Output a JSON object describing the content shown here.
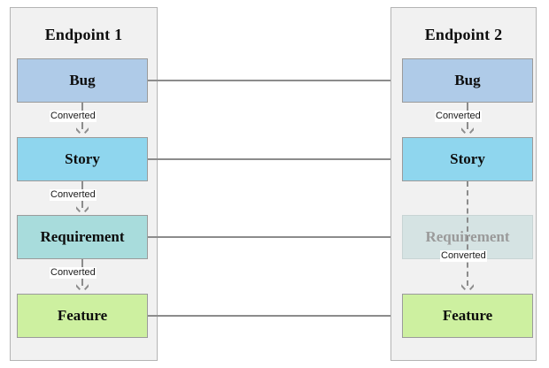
{
  "diagram": {
    "type": "flow-mapping",
    "panels": [
      {
        "id": "endpoint-1",
        "title": "Endpoint 1",
        "nodes": [
          {
            "id": "bug",
            "label": "Bug",
            "color": "#afcbe8",
            "state": "active"
          },
          {
            "id": "story",
            "label": "Story",
            "color": "#8fd6ee",
            "state": "active"
          },
          {
            "id": "requirement",
            "label": "Requirement",
            "color": "#a8dcdc",
            "state": "active"
          },
          {
            "id": "feature",
            "label": "Feature",
            "color": "#cdf0a0",
            "state": "active"
          }
        ],
        "transitions": [
          {
            "from": "bug",
            "to": "story",
            "label": "Converted",
            "style": "solid"
          },
          {
            "from": "story",
            "to": "requirement",
            "label": "Converted",
            "style": "solid"
          },
          {
            "from": "requirement",
            "to": "feature",
            "label": "Converted",
            "style": "solid"
          }
        ]
      },
      {
        "id": "endpoint-2",
        "title": "Endpoint 2",
        "nodes": [
          {
            "id": "bug",
            "label": "Bug",
            "color": "#afcbe8",
            "state": "active"
          },
          {
            "id": "story",
            "label": "Story",
            "color": "#8fd6ee",
            "state": "active"
          },
          {
            "id": "requirement",
            "label": "Requirement",
            "color": "#d5e3e3",
            "state": "disabled"
          },
          {
            "id": "feature",
            "label": "Feature",
            "color": "#cdf0a0",
            "state": "active"
          }
        ],
        "transitions": [
          {
            "from": "bug",
            "to": "story",
            "label": "Converted",
            "style": "solid"
          },
          {
            "from": "story",
            "to": "feature",
            "label": "Converted",
            "style": "dashed"
          }
        ]
      }
    ],
    "mappings": [
      {
        "from": "endpoint-1.bug",
        "to": "endpoint-2.bug"
      },
      {
        "from": "endpoint-1.story",
        "to": "endpoint-2.story"
      },
      {
        "from": "endpoint-1.requirement",
        "to": "endpoint-2.requirement"
      },
      {
        "from": "endpoint-1.feature",
        "to": "endpoint-2.feature"
      }
    ],
    "colors": {
      "panel_background": "#f1f1f1",
      "panel_border": "#b4b4b4",
      "connector": "#8c8c8c",
      "node_border": "#9b9b9b",
      "text": "#0d0d0d",
      "disabled_text": "#9a9a9a"
    }
  }
}
